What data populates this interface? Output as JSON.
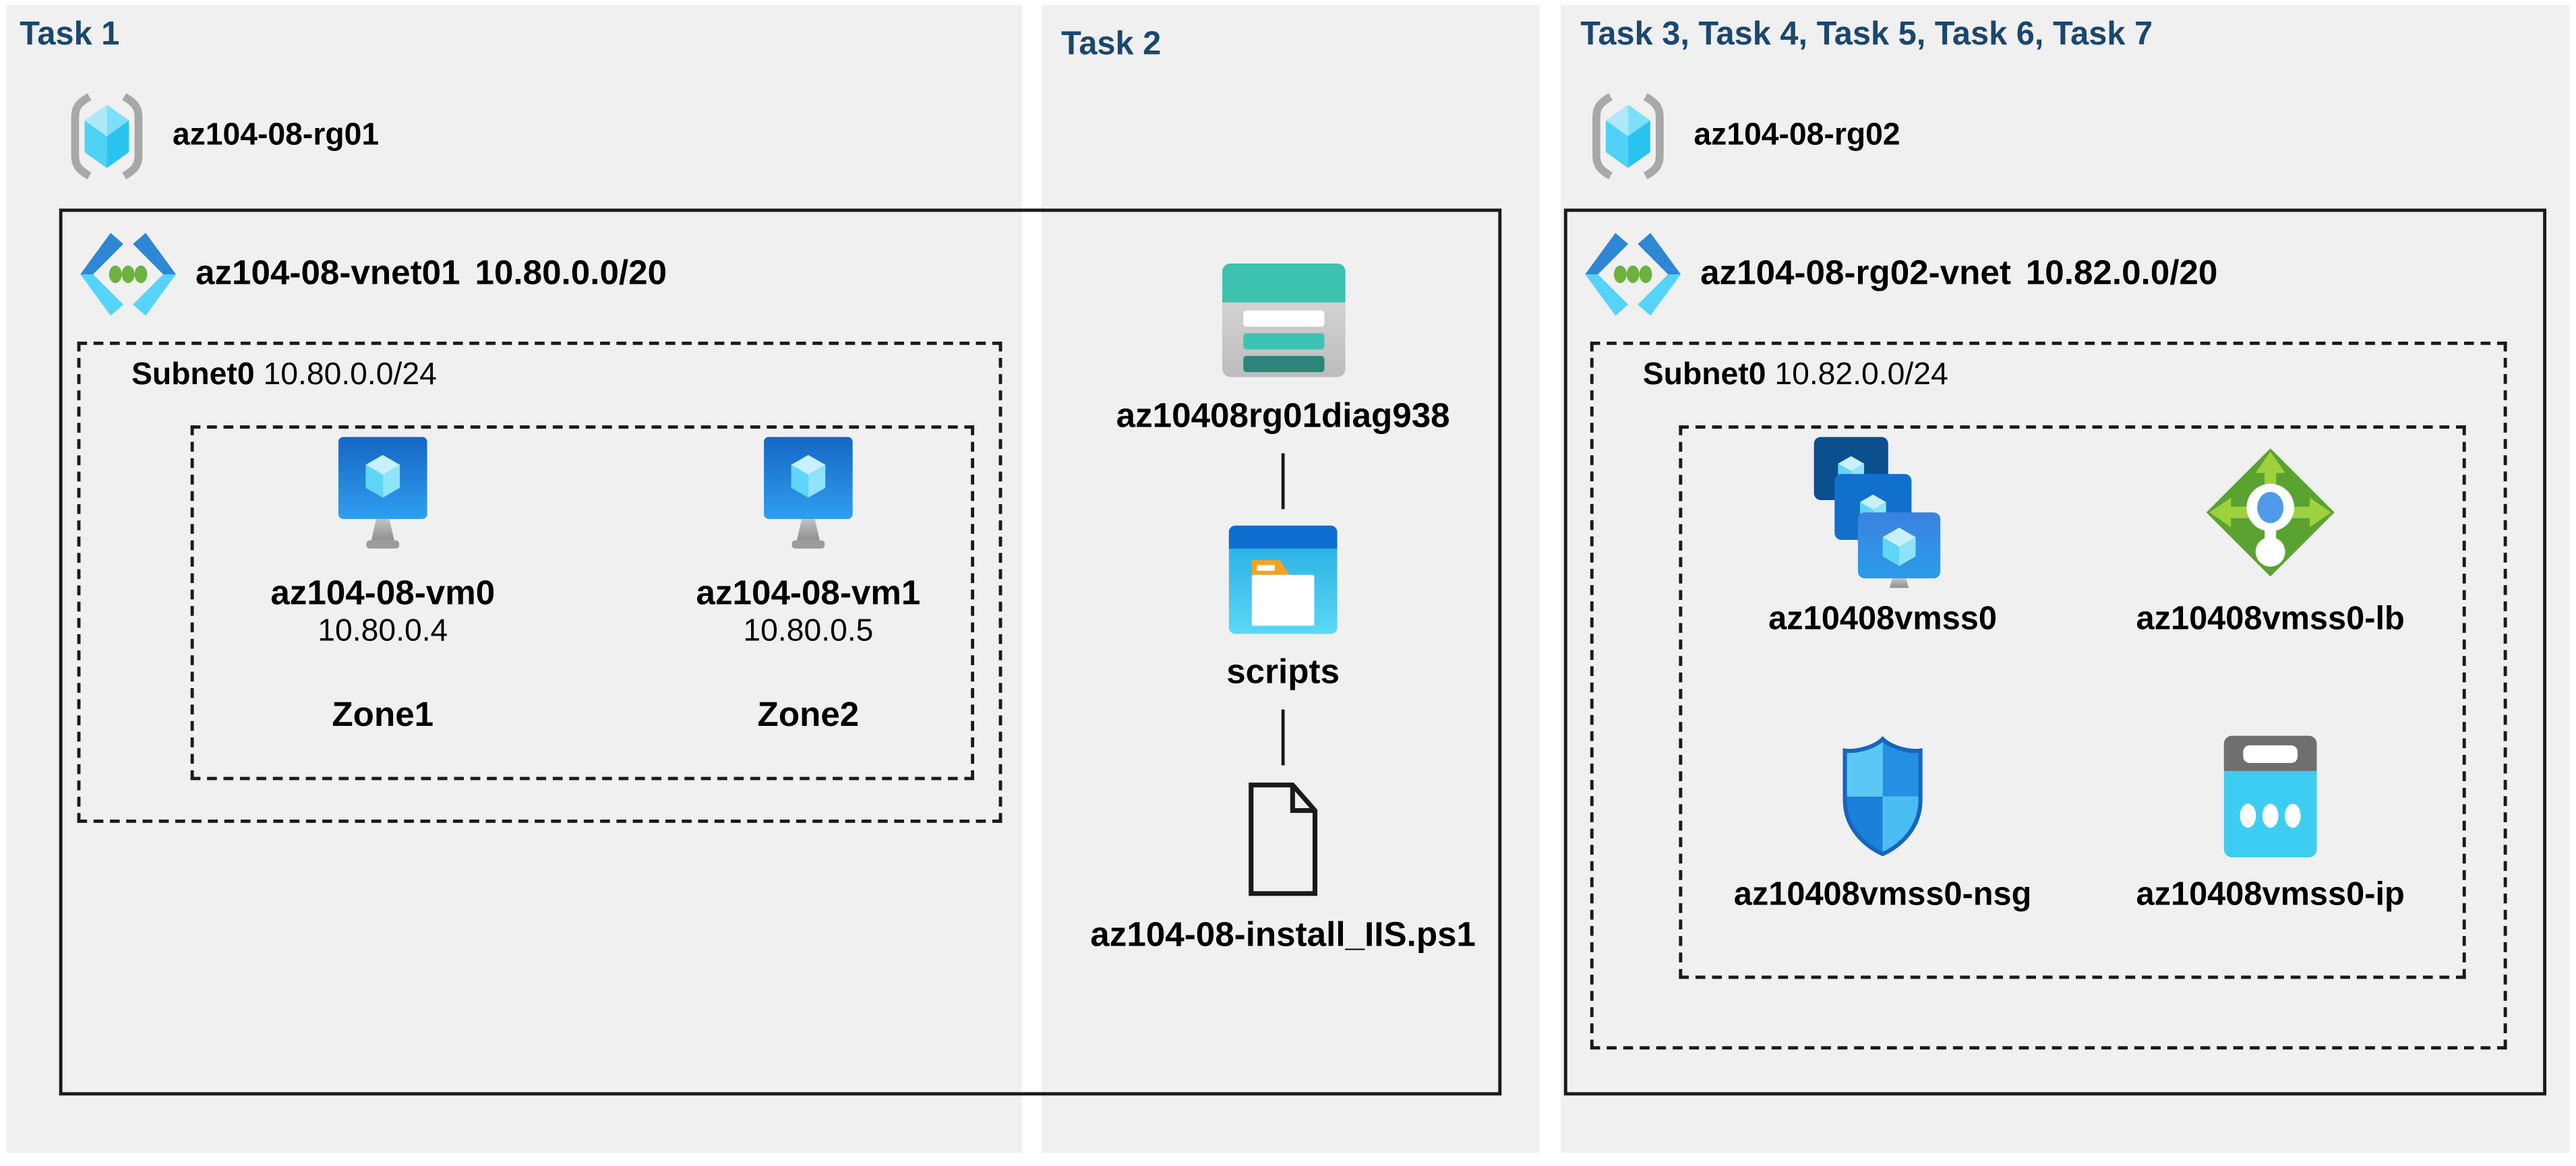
{
  "task1": {
    "header": "Task 1",
    "rg_name": "az104-08-rg01",
    "vnet_name": "az104-08-vnet01",
    "vnet_cidr": "10.80.0.0/20",
    "subnet_name": "Subnet0",
    "subnet_cidr": "10.80.0.0/24",
    "vms": [
      {
        "name": "az104-08-vm0",
        "ip": "10.80.0.4",
        "zone": "Zone1"
      },
      {
        "name": "az104-08-vm1",
        "ip": "10.80.0.5",
        "zone": "Zone2"
      }
    ]
  },
  "task2": {
    "header": "Task 2",
    "storage_account": "az10408rg01diag938",
    "container": "scripts",
    "script_file": "az104-08-install_IIS.ps1"
  },
  "task3": {
    "header": "Task 3, Task 4, Task 5, Task 6, Task 7",
    "rg_name": "az104-08-rg02",
    "vnet_name": "az104-08-rg02-vnet",
    "vnet_cidr": "10.82.0.0/20",
    "subnet_name": "Subnet0",
    "subnet_cidr": "10.82.0.0/24",
    "vmss_name": "az10408vmss0",
    "lb_name": "az10408vmss0-lb",
    "nsg_name": "az10408vmss0-nsg",
    "pip_name": "az10408vmss0-ip"
  },
  "colors": {
    "panel_bg": "#f0f0f0",
    "page_bg": "#ffffff",
    "header_text": "#1a476e",
    "box_border": "#1a1a1a",
    "vm_blue": "#1e79d0",
    "cube_cyan": "#8fe3fa",
    "vnet_blue": "#2e87d4",
    "vnet_cyan": "#55d4f8",
    "vnet_dot_green": "#6cb23e",
    "storage_teal": "#3dc2b0",
    "storage_teal_dark": "#2b8578",
    "scripts_bar_blue": "#0f6fd0",
    "folder_orange": "#f6a21d",
    "lb_green": "#5aa331",
    "lb_arrow_green": "#9ed13e",
    "nsg_blue_light": "#5ac8f7",
    "nsg_blue_dark": "#1b80d8",
    "ip_gray": "#6f6f6f",
    "ip_cyan": "#3ecdf2",
    "rg_bracket_gray": "#a8a8a8"
  }
}
